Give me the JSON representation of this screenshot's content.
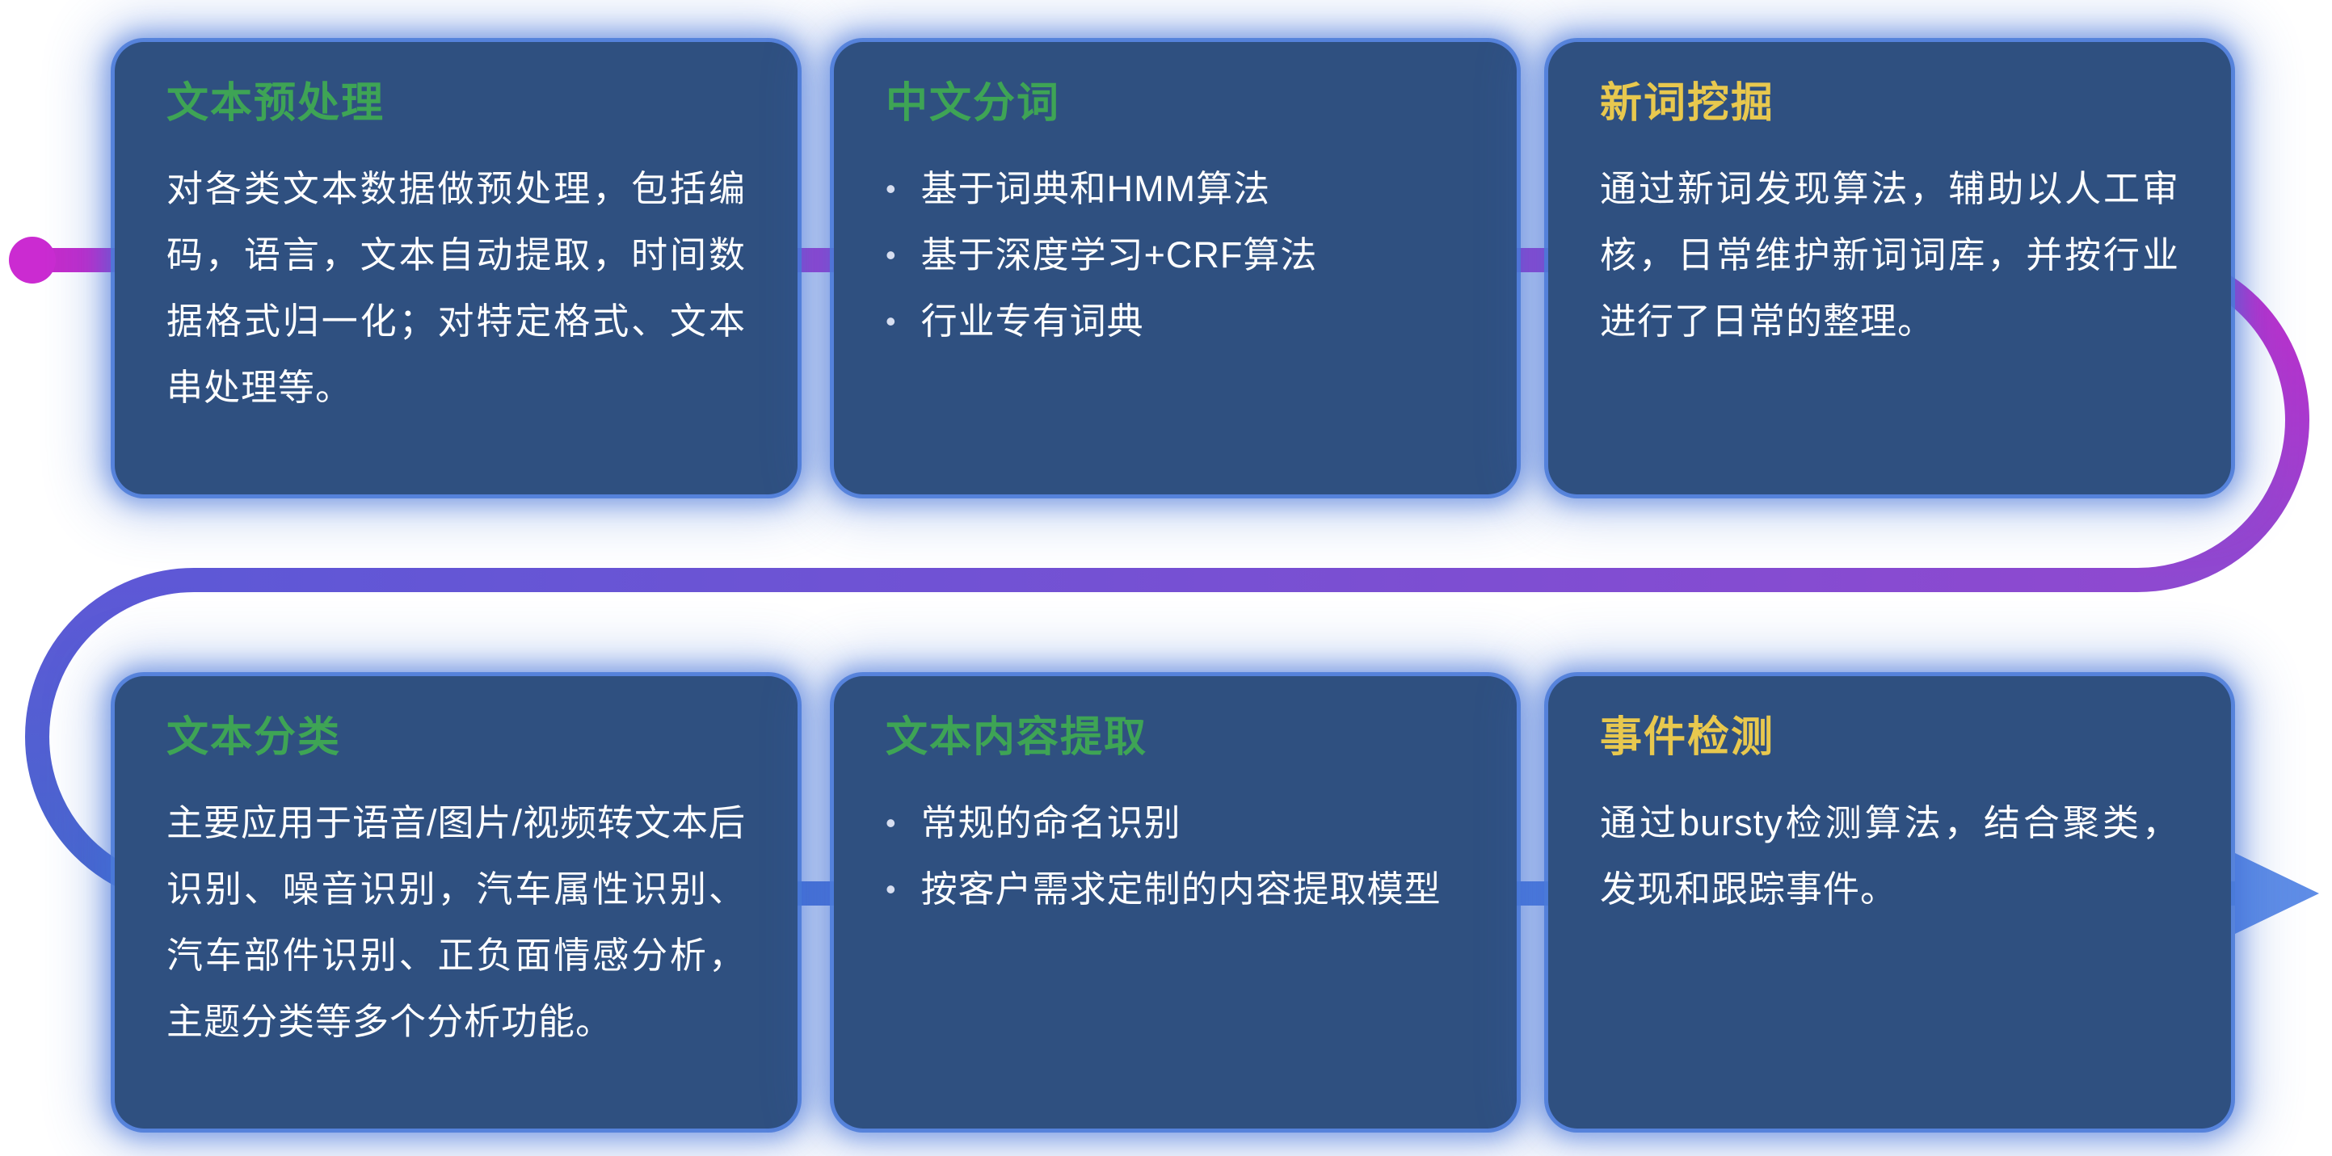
{
  "bullet_char": "•",
  "colors": {
    "card_background": "#2F5080",
    "card_glow": "#4070D7",
    "title_green": "#3EA455",
    "title_yellow": "#E8C84E",
    "body_text": "#FFFFFF",
    "line_magenta": "#C42BCB",
    "line_purple": "#8E49D0",
    "line_violet": "#5E58D6",
    "line_blue": "#4767CE",
    "arrow_blue": "#5F8DE6"
  },
  "connector": {
    "start_marker": "magenta-dot",
    "end_marker": "right-arrow"
  },
  "cards": [
    {
      "id": "text-preprocessing",
      "title": "文本预处理",
      "title_color": "#3EA455",
      "type": "paragraph",
      "body": "对各类文本数据做预处理，包括编码，语言，文本自动提取，时间数据格式归一化；对特定格式、文本串处理等。"
    },
    {
      "id": "chinese-word-segmentation",
      "title": "中文分词",
      "title_color": "#3EA455",
      "type": "bullets",
      "bullets": [
        "基于词典和HMM算法",
        "基于深度学习+CRF算法",
        "行业专有词典"
      ]
    },
    {
      "id": "new-word-mining",
      "title": "新词挖掘",
      "title_color": "#E8C84E",
      "type": "paragraph",
      "body": "通过新词发现算法，辅助以人工审核，日常维护新词词库，并按行业进行了日常的整理。"
    },
    {
      "id": "text-classification",
      "title": "文本分类",
      "title_color": "#3EA455",
      "type": "paragraph",
      "body": "主要应用于语音/图片/视频转文本后识别、噪音识别，汽车属性识别、汽车部件识别、正负面情感分析，主题分类等多个分析功能。"
    },
    {
      "id": "text-content-extraction",
      "title": "文本内容提取",
      "title_color": "#3EA455",
      "type": "bullets",
      "bullets": [
        "常规的命名识别",
        "按客户需求定制的内容提取模型"
      ]
    },
    {
      "id": "event-detection",
      "title": "事件检测",
      "title_color": "#E8C84E",
      "type": "paragraph",
      "body": "通过bursty检测算法，结合聚类，发现和跟踪事件。"
    }
  ]
}
